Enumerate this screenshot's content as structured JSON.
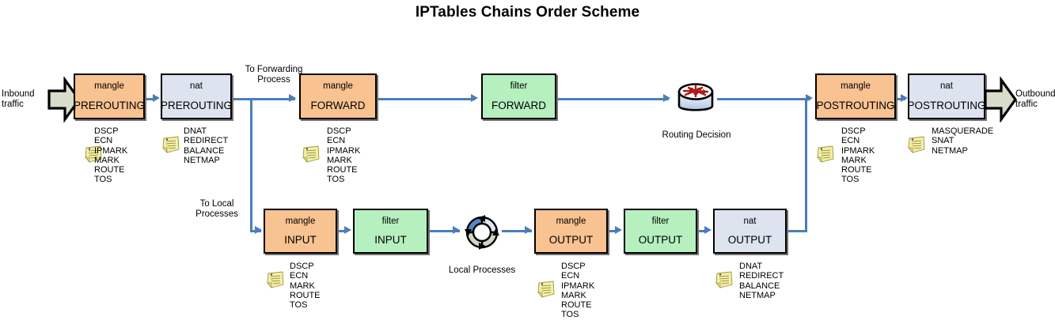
{
  "title": "IPTables Chains Order Scheme",
  "labels": {
    "inbound": "Inbound\ntraffic",
    "inbound_line1": "Inbound",
    "inbound_line2": "traffic",
    "outbound_line1": "Outbound",
    "outbound_line2": "traffic",
    "to_forwarding_line1": "To Forwarding",
    "to_forwarding_line2": "Process",
    "to_local_line1": "To Local",
    "to_local_line2": "Processes",
    "routing_decision": "Routing Decision",
    "local_processes": "Local Processes"
  },
  "colors": {
    "mangle": "#f8c291",
    "nat": "#dde4f0",
    "filter": "#b6f0bf",
    "connector": "#4a7ebb",
    "block_arrow": "#d7ddcb",
    "note": "#f5f0a0",
    "router_arrows": "#b01717"
  },
  "boxes": [
    {
      "id": "mangle-prerouting",
      "table": "mangle",
      "chain": "PREROUTING"
    },
    {
      "id": "nat-prerouting",
      "table": "nat",
      "chain": "PREROUTING"
    },
    {
      "id": "mangle-forward",
      "table": "mangle",
      "chain": "FORWARD"
    },
    {
      "id": "filter-forward",
      "table": "filter",
      "chain": "FORWARD"
    },
    {
      "id": "mangle-postrouting",
      "table": "mangle",
      "chain": "POSTROUTING"
    },
    {
      "id": "nat-postrouting",
      "table": "nat",
      "chain": "POSTROUTING"
    },
    {
      "id": "mangle-input",
      "table": "mangle",
      "chain": "INPUT"
    },
    {
      "id": "filter-input",
      "table": "filter",
      "chain": "INPUT"
    },
    {
      "id": "mangle-output",
      "table": "mangle",
      "chain": "OUTPUT"
    },
    {
      "id": "filter-output",
      "table": "filter",
      "chain": "OUTPUT"
    },
    {
      "id": "nat-output",
      "table": "nat",
      "chain": "OUTPUT"
    }
  ],
  "targets": {
    "mangle_prerouting": "DSCP\nECN\nIPMARK\nMARK\nROUTE\nTOS",
    "nat_prerouting": "DNAT\nREDIRECT\nBALANCE\nNETMAP",
    "mangle_forward": "DSCP\nECN\nIPMARK\nMARK\nROUTE\nTOS",
    "mangle_postrouting": "DSCP\nECN\nIPMARK\nMARK\nROUTE\nTOS",
    "nat_postrouting": "MASQUERADE\nSNAT\nNETMAP",
    "mangle_input": "DSCP\nECN\nMARK\nROUTE\nTOS",
    "mangle_output": "DSCP\nECN\nIPMARK\nMARK\nROUTE\nTOS",
    "nat_output": "DNAT\nREDIRECT\nBALANCE\nNETMAP"
  }
}
